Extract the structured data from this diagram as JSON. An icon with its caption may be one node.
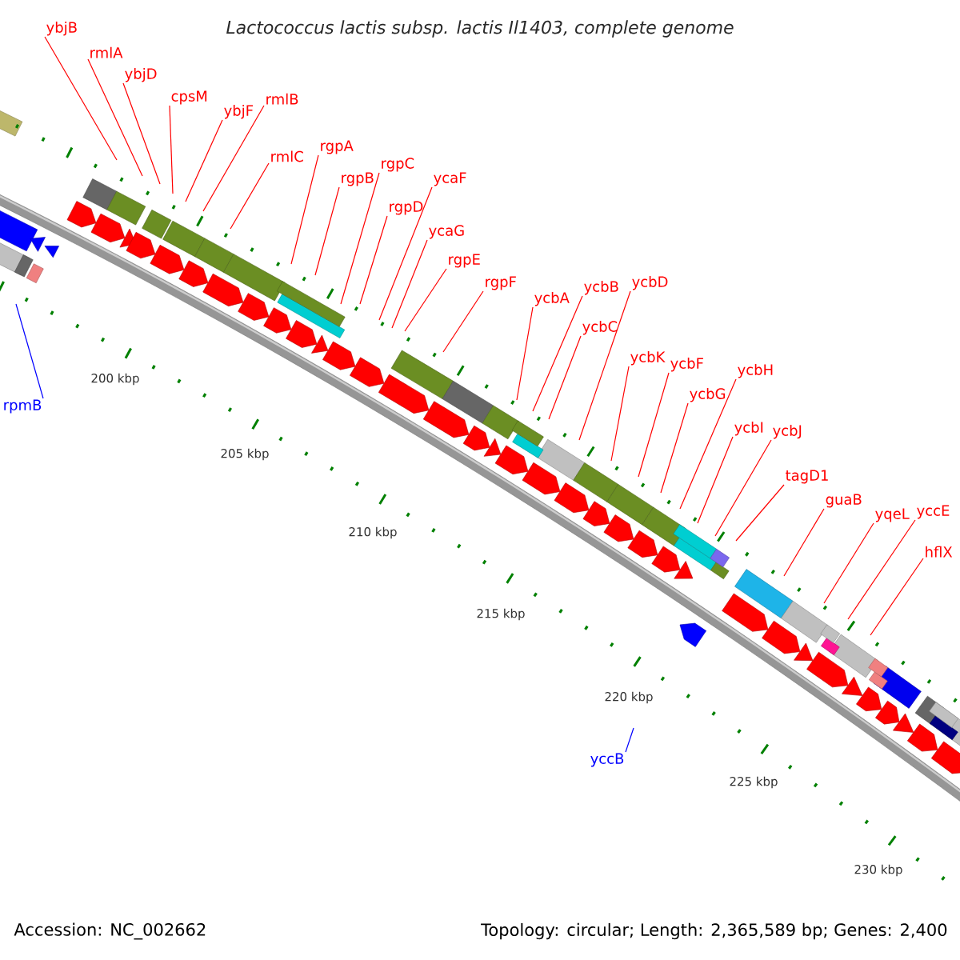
{
  "diagram": {
    "title": "Lactococcus lactis subsp. lactis Il1403, complete genome",
    "nodes": [
      {
        "text": [
          "rpmB"
        ]
      },
      {
        "text": [
          "ybjB"
        ]
      },
      {
        "text": [
          "rmlA"
        ]
      },
      {
        "text": [
          "ybjD"
        ]
      },
      {
        "text": [
          "cpsM"
        ]
      },
      {
        "text": [
          "ybjF"
        ]
      },
      {
        "text": [
          "rmlB"
        ]
      },
      {
        "text": [
          "rmlC"
        ]
      },
      {
        "text": [
          "rgpA"
        ]
      },
      {
        "text": [
          "rgpB"
        ]
      },
      {
        "text": [
          "rgpC"
        ]
      },
      {
        "text": [
          "rgpD"
        ]
      },
      {
        "text": [
          "ycaF"
        ]
      },
      {
        "text": [
          "ycaG"
        ]
      },
      {
        "text": [
          "rgpE"
        ]
      },
      {
        "text": [
          "rgpF"
        ]
      },
      {
        "text": [
          "ycbA"
        ]
      },
      {
        "text": [
          "ycbB"
        ]
      },
      {
        "text": [
          "ycbC"
        ]
      },
      {
        "text": [
          "ycbD"
        ]
      },
      {
        "text": [
          "ycbK"
        ]
      },
      {
        "text": [
          "ycbF"
        ]
      },
      {
        "text": [
          "ycbG"
        ]
      },
      {
        "text": [
          "ycbH"
        ]
      },
      {
        "text": [
          "ycbI"
        ]
      },
      {
        "text": [
          "ycbJ"
        ]
      },
      {
        "text": [
          "tagD1"
        ]
      },
      {
        "text": [
          "guaB"
        ]
      },
      {
        "text": [
          "yqeL"
        ]
      },
      {
        "text": [
          "yccE"
        ]
      },
      {
        "text": [
          "hflX"
        ]
      },
      {
        "text": [
          "yccB"
        ]
      }
    ],
    "edges": [
      {
        "from": 0,
        "to": null,
        "arrow": "none",
        "color": "#0000ff"
      },
      {
        "from": 1,
        "to": null,
        "arrow": "none"
      },
      {
        "from": 2,
        "to": null,
        "arrow": "none"
      },
      {
        "from": 3,
        "to": null,
        "arrow": "none"
      },
      {
        "from": 4,
        "to": null,
        "arrow": "none"
      },
      {
        "from": 5,
        "to": null,
        "arrow": "none"
      },
      {
        "from": 6,
        "to": null,
        "arrow": "none"
      },
      {
        "from": 7,
        "to": null,
        "arrow": "none"
      },
      {
        "from": 8,
        "to": null,
        "arrow": "none"
      },
      {
        "from": 9,
        "to": null,
        "arrow": "none"
      },
      {
        "from": 10,
        "to": null,
        "arrow": "none"
      },
      {
        "from": 11,
        "to": null,
        "arrow": "none"
      },
      {
        "from": 12,
        "to": null,
        "arrow": "none"
      },
      {
        "from": 13,
        "to": null,
        "arrow": "none"
      },
      {
        "from": 14,
        "to": null,
        "arrow": "none"
      },
      {
        "from": 15,
        "to": null,
        "arrow": "none"
      },
      {
        "from": 16,
        "to": null,
        "arrow": "none"
      },
      {
        "from": 17,
        "to": null,
        "arrow": "none"
      },
      {
        "from": 18,
        "to": null,
        "arrow": "none"
      },
      {
        "from": 19,
        "to": null,
        "arrow": "none"
      },
      {
        "from": 20,
        "to": null,
        "arrow": "none"
      },
      {
        "from": 21,
        "to": null,
        "arrow": "none"
      },
      {
        "from": 22,
        "to": null,
        "arrow": "none"
      },
      {
        "from": 23,
        "to": null,
        "arrow": "none"
      },
      {
        "from": 24,
        "to": null,
        "arrow": "none"
      },
      {
        "from": 25,
        "to": null,
        "arrow": "none"
      },
      {
        "from": 26,
        "to": null,
        "arrow": "none"
      },
      {
        "from": 27,
        "to": null,
        "arrow": "none"
      },
      {
        "from": 28,
        "to": null,
        "arrow": "none"
      },
      {
        "from": 29,
        "to": null,
        "arrow": "none"
      },
      {
        "from": 30,
        "to": null,
        "arrow": "none"
      },
      {
        "from": 31,
        "to": null,
        "arrow": "none",
        "color": "#0000ff"
      }
    ],
    "labels": [
      "200 kbp",
      "205 kbp",
      "210 kbp",
      "215 kbp",
      "220 kbp",
      "225 kbp",
      "230 kbp",
      "Accession: NC_002662",
      "Topology: circular; Length: 2,365,589 bp; Genes: 2,400"
    ]
  }
}
